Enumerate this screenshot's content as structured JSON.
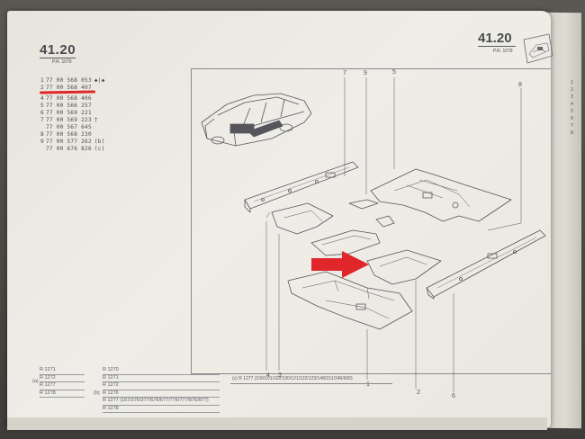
{
  "page": {
    "number": "41.20",
    "pr": "P.R. 1079",
    "right_number": "41.20",
    "right_pr": "P.R. 1079"
  },
  "parts": [
    {
      "idx": "1",
      "num": "77 00 568 053",
      "mark": "◆|◆"
    },
    {
      "idx": "2",
      "num": "77 00 568 407",
      "mark": ""
    },
    {
      "idx": "4",
      "num": "77 00 568 406",
      "mark": ""
    },
    {
      "idx": "5",
      "num": "77 00 566 257",
      "mark": ""
    },
    {
      "idx": "6",
      "num": "77 00 569 221",
      "mark": ""
    },
    {
      "idx": "7",
      "num": "77 00 569 223",
      "mark": "†"
    },
    {
      "idx": "",
      "num": "77 00 567 645",
      "mark": ""
    },
    {
      "idx": "8",
      "num": "77 00 568 230",
      "mark": ""
    },
    {
      "idx": "9",
      "num": "77 00 577 262",
      "mark": "(b)"
    },
    {
      "idx": "",
      "num": "77 00 676 826",
      "mark": "(c)"
    }
  ],
  "callouts_top": [
    "7",
    "9",
    "5",
    "8"
  ],
  "callouts_bottom": [
    "4",
    "3",
    "1",
    "2",
    "6"
  ],
  "models_left": [
    "R 1271",
    "R 1272",
    "R 1277",
    "R 1278"
  ],
  "note_a": "(a)",
  "models_mid": [
    "R 1270",
    "R 1271",
    "R 1272",
    "R 1276",
    "R 1277 (167/376/377/676/677/776/777/876/877)",
    "R 1278"
  ],
  "note_b": "(b)",
  "footer_note": "(c) R 1277 (100/101/102/120/121/122/123/148/151/246/600)",
  "colors": {
    "highlight": "#e0262b",
    "paper": "#ebe9e2",
    "ink": "#4a4a50"
  }
}
